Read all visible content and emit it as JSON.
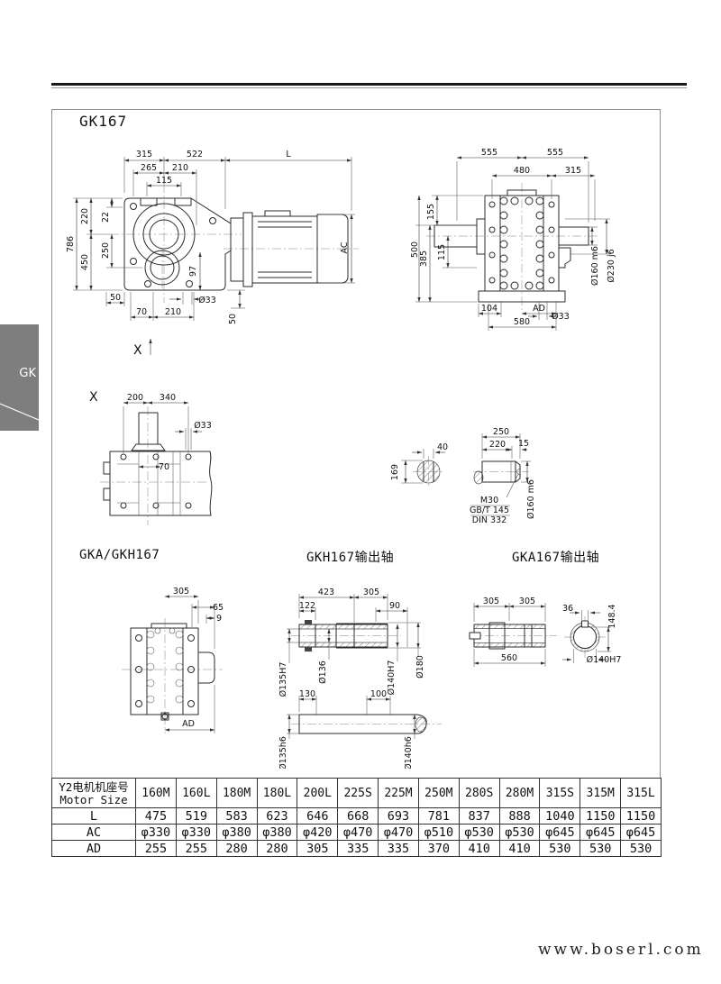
{
  "page": {
    "title": "GK167",
    "side_tab": "GK",
    "footer": "www.boserl.com"
  },
  "sections": {
    "gka_gkh": "GKA/GKH167",
    "gkh_shaft": "GKH167输出轴",
    "gka_shaft": "GKA167输出轴"
  },
  "side_view": {
    "d315": "315",
    "d522": "522",
    "dL": "L",
    "d265": "265",
    "d210t": "210",
    "d115": "115",
    "d786": "786",
    "d220": "220",
    "d450": "450",
    "d22": "22",
    "d250": "250",
    "d97": "97",
    "dAC": "AC",
    "d50l": "50",
    "d70": "70",
    "d210b": "210",
    "d33": "Ø33",
    "d50r": "50",
    "x_label": "X"
  },
  "front_view": {
    "d555l": "555",
    "d555r": "555",
    "d480": "480",
    "d315": "315",
    "d155": "155",
    "d385": "385",
    "d115": "115",
    "d500": "500",
    "d104": "104",
    "dAD": "AD",
    "d580": "580",
    "d33": "Ø33",
    "d160": "Ø160 m6",
    "d230": "Ø230 j6"
  },
  "x_view": {
    "label": "X",
    "d200": "200",
    "d340": "340",
    "d33": "Ø33",
    "d70": "70"
  },
  "shaft_detail": {
    "d40": "40",
    "d169": "169",
    "d250": "250",
    "d220": "220",
    "d15": "15",
    "m30": "M30",
    "gbt": "GB/T 145",
    "din": "DIN 332",
    "d160": "Ø160 m6"
  },
  "rear_view": {
    "d305": "305",
    "d65": "65",
    "d9": "9",
    "dAD": "AD"
  },
  "gkh_shaft_drawing": {
    "d423": "423",
    "d305": "305",
    "d122": "122",
    "d90": "90",
    "d135H7": "Ø135H7",
    "d136": "Ø136",
    "d140H7": "Ø140H7",
    "d180": "Ø180",
    "d130": "130",
    "d100": "100",
    "d135h6": "Ø135h6",
    "d140h6": "Ø140h6"
  },
  "gka_shaft_drawing": {
    "d305a": "305",
    "d305b": "305",
    "d560": "560",
    "d36": "36",
    "d1484": "148.4",
    "d140H7": "Ø140H7"
  },
  "table": {
    "header_cn": "Y2电机机座号",
    "header_en": "Motor Size",
    "columns": [
      "160M",
      "160L",
      "180M",
      "180L",
      "200L",
      "225S",
      "225M",
      "250M",
      "280S",
      "280M",
      "315S",
      "315M",
      "315L"
    ],
    "rows": [
      {
        "label": "L",
        "values": [
          "475",
          "519",
          "583",
          "623",
          "646",
          "668",
          "693",
          "781",
          "837",
          "888",
          "1040",
          "1150",
          "1150"
        ]
      },
      {
        "label": "AC",
        "values": [
          "φ330",
          "φ330",
          "φ380",
          "φ380",
          "φ420",
          "φ470",
          "φ470",
          "φ510",
          "φ530",
          "φ530",
          "φ645",
          "φ645",
          "φ645"
        ]
      },
      {
        "label": "AD",
        "values": [
          "255",
          "255",
          "280",
          "280",
          "305",
          "335",
          "335",
          "370",
          "410",
          "410",
          "530",
          "530",
          "530"
        ]
      }
    ]
  }
}
